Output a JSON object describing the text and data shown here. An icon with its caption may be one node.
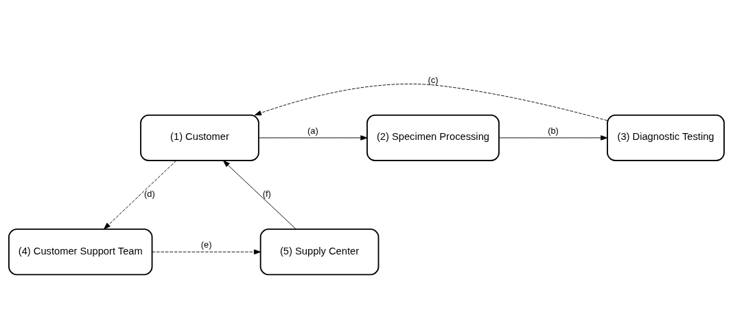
{
  "diagram": {
    "nodes": [
      {
        "text": [
          "(1) Customer"
        ]
      },
      {
        "text": [
          "(2) Specimen Processing"
        ]
      },
      {
        "text": [
          "(3) Diagnostic Testing"
        ]
      },
      {
        "text": [
          "(4) Customer Support Team"
        ]
      },
      {
        "text": [
          "(5) Supply Center"
        ]
      }
    ],
    "edges": [
      {
        "from": 0,
        "to": 1,
        "arrow": "to",
        "label": "(a)"
      },
      {
        "from": 1,
        "to": 2,
        "arrow": "to",
        "label": "(b)"
      },
      {
        "from": 2,
        "to": 0,
        "arrow": "to",
        "label": "(c)",
        "style": "dashed"
      },
      {
        "from": 0,
        "to": 3,
        "arrow": "to",
        "label": "(d)",
        "style": "dashed"
      },
      {
        "from": 3,
        "to": 4,
        "arrow": "to",
        "label": "(e)",
        "style": "dashed"
      },
      {
        "from": 4,
        "to": 0,
        "arrow": "to",
        "label": "(f)"
      }
    ]
  }
}
